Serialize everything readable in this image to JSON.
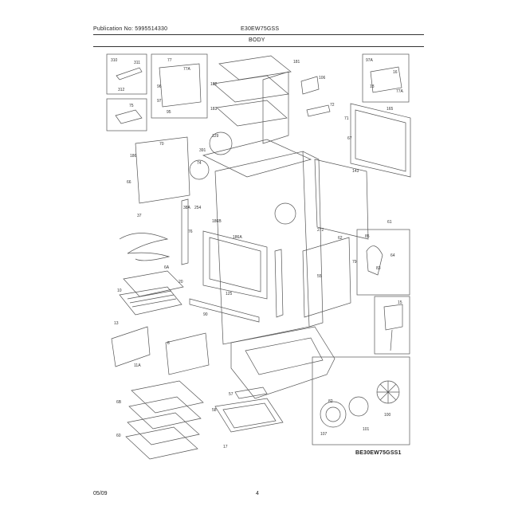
{
  "header": {
    "publication": "Publication No: 5995514330",
    "model": "E30EW75GSS",
    "section": "BODY"
  },
  "footer": {
    "date": "05/09",
    "page": "4"
  },
  "diagram_code": "BE30EW75GSS1",
  "labels": {
    "l310": "310",
    "l311": "311",
    "l312": "312",
    "l75": "75",
    "l77": "77",
    "l77a": "77A",
    "l96": "96",
    "l97": "97",
    "l95": "95",
    "l181": "181",
    "l182": "182",
    "l183": "183",
    "l106": "106",
    "l97a": "97A",
    "l16": "16",
    "l18": "18",
    "l77b": "77A",
    "l72": "72",
    "l165": "165",
    "l71": "71",
    "l67": "67",
    "l129": "129",
    "l391": "391",
    "l186": "186",
    "l70": "70",
    "l74": "74",
    "l66": "66",
    "l38a": "38A",
    "l37": "37",
    "l254": "254",
    "l186b": "186B",
    "l76": "76",
    "l186a": "186A",
    "l143": "143",
    "l61": "61",
    "l272": "272",
    "l62": "62",
    "l85": "85",
    "l64": "64",
    "l83": "83",
    "l79": "79",
    "l6a": "6A",
    "l20": "20",
    "l10": "10",
    "l125": "125",
    "l90": "90",
    "l55": "55",
    "l15": "15",
    "l13": "13",
    "l11a": "11A",
    "l8": "8",
    "l6b": "6B",
    "l60": "60",
    "l57": "57",
    "l58": "58",
    "l17": "17",
    "l100": "100",
    "l101": "101",
    "l107": "107",
    "l82": "82"
  }
}
